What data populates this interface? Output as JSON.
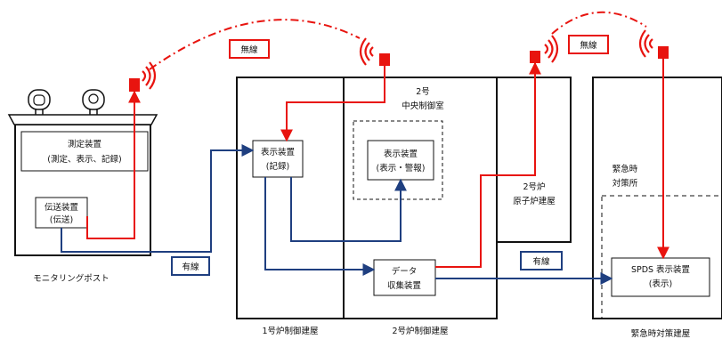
{
  "monitoring_post": {
    "label": "モニタリングポスト",
    "measure_line1": "測定装置",
    "measure_line2": "(測定、表示、記録)",
    "transmit_line1": "伝送装置",
    "transmit_line2": "(伝送)"
  },
  "unit1_building": {
    "label": "1号炉制御建屋"
  },
  "unit2_building": {
    "label": "2号炉制御建屋"
  },
  "central_control": {
    "line1": "2号",
    "line2": "中央制御室"
  },
  "display_record": {
    "line1": "表示装置",
    "line2": "(記録)"
  },
  "display_alarm": {
    "line1": "表示装置",
    "line2": "(表示・警報)"
  },
  "data_collector": {
    "line1": "データ",
    "line2": "収集装置"
  },
  "reactor_building": {
    "line1": "2号炉",
    "line2": "原子炉建屋"
  },
  "emergency": {
    "room_line1": "緊急時",
    "room_line2": "対策所",
    "spds_line1": "SPDS 表示装置",
    "spds_line2": "(表示)",
    "building_label": "緊急時対策建屋"
  },
  "links": {
    "wireless_1": "無線",
    "wireless_2": "無線",
    "wired_1": "有線",
    "wired_2": "有線"
  },
  "colors": {
    "wireless": "#e8140f",
    "wired": "#1f3f80",
    "frame": "#111111"
  }
}
